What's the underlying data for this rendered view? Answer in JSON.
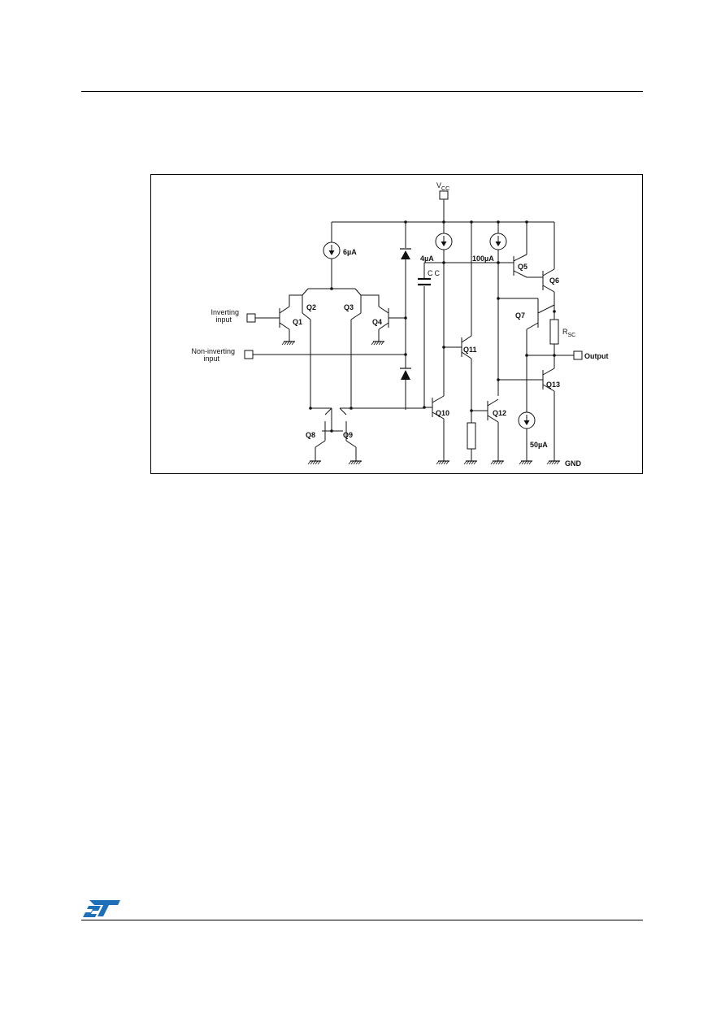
{
  "schematic": {
    "supply_label": "V",
    "supply_sub": "CC",
    "ground_label": "GND",
    "output_label": "Output",
    "inverting_input_line1": "Inverting",
    "inverting_input_line2": "input",
    "noninverting_input_line1": "Non-inverting",
    "noninverting_input_line2": "input",
    "current_sources": [
      "6µA",
      "4µA",
      "100µA",
      "50µA"
    ],
    "capacitor_label": "C",
    "capacitor_sub": "C",
    "resistor_label": "R",
    "resistor_sub": "SC",
    "transistors": [
      "Q1",
      "Q2",
      "Q3",
      "Q4",
      "Q5",
      "Q6",
      "Q7",
      "Q8",
      "Q9",
      "Q10",
      "Q11",
      "Q12",
      "Q13"
    ]
  },
  "logo": {
    "brand_text": "ST",
    "brand_color": "#1d6fb8"
  }
}
